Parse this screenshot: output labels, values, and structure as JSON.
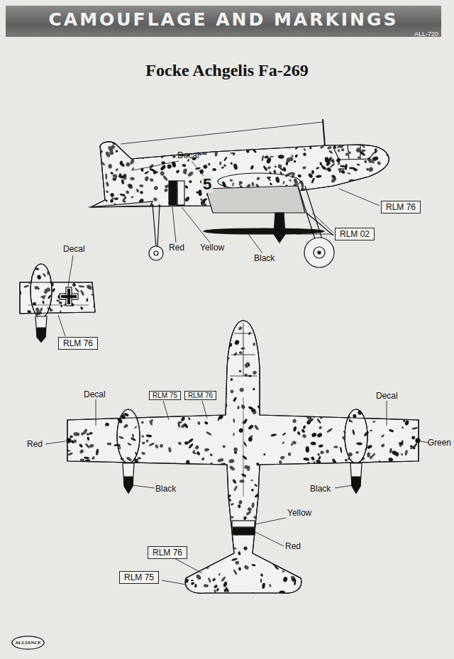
{
  "diagram": {
    "title": "Focke Achgelis Fa-269",
    "nodes": [
      {
        "text": [
          "CAMOUFLAGE AND MARKINGS",
          "ALL-720"
        ]
      },
      {
        "text": [
          "RLM 76"
        ]
      },
      {
        "text": [
          "RLM 02"
        ]
      },
      {
        "text": [
          "RLM 76"
        ]
      },
      {
        "text": [
          "RLM 75"
        ]
      },
      {
        "text": [
          "RLM 76"
        ]
      },
      {
        "text": [
          "RLM 76"
        ]
      },
      {
        "text": [
          "RLM 75"
        ]
      },
      {
        "text": [
          "ALLIANCE"
        ]
      }
    ],
    "labels": [
      "Decal",
      "5",
      "Red",
      "Yellow",
      "Black",
      "Decal",
      "Decal",
      "Decal",
      "Red",
      "Green",
      "Black",
      "Black",
      "Yellow",
      "Red"
    ]
  }
}
